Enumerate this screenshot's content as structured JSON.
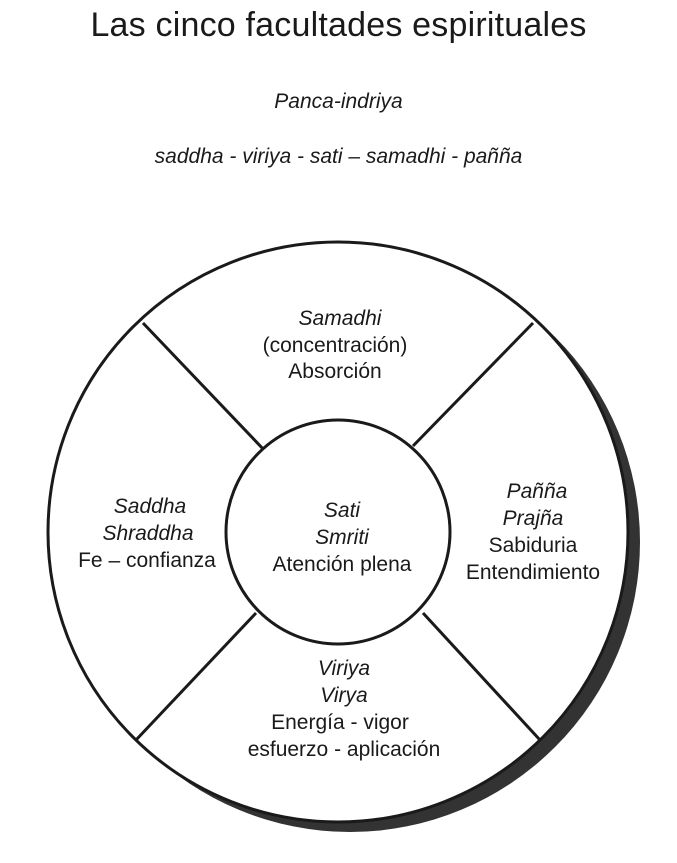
{
  "title": "Las cinco facultades espirituales",
  "subtitle": "Panca-indriya",
  "faculties_line": "saddha - viriya -  sati – samadhi - pañña",
  "segments": {
    "top": {
      "name": "Samadhi",
      "gloss": "(concentración)",
      "meaning": "Absorción"
    },
    "left": {
      "name": "Saddha",
      "sanskrit": "Shraddha",
      "meaning": "Fe – confianza"
    },
    "center": {
      "name": "Sati",
      "sanskrit": "Smriti",
      "meaning": "Atención plena"
    },
    "right": {
      "name": "Pañña",
      "sanskrit": "Prajña",
      "meaning": "Sabiduria",
      "meaning2": "Entendimiento"
    },
    "bottom": {
      "name": "Viriya",
      "sanskrit": "Virya",
      "meaning": "Energía - vigor",
      "meaning2": "esfuerzo - aplicación"
    }
  },
  "colors": {
    "stroke": "#1a1a1a",
    "shadow": "#333333",
    "fill": "#ffffff"
  }
}
